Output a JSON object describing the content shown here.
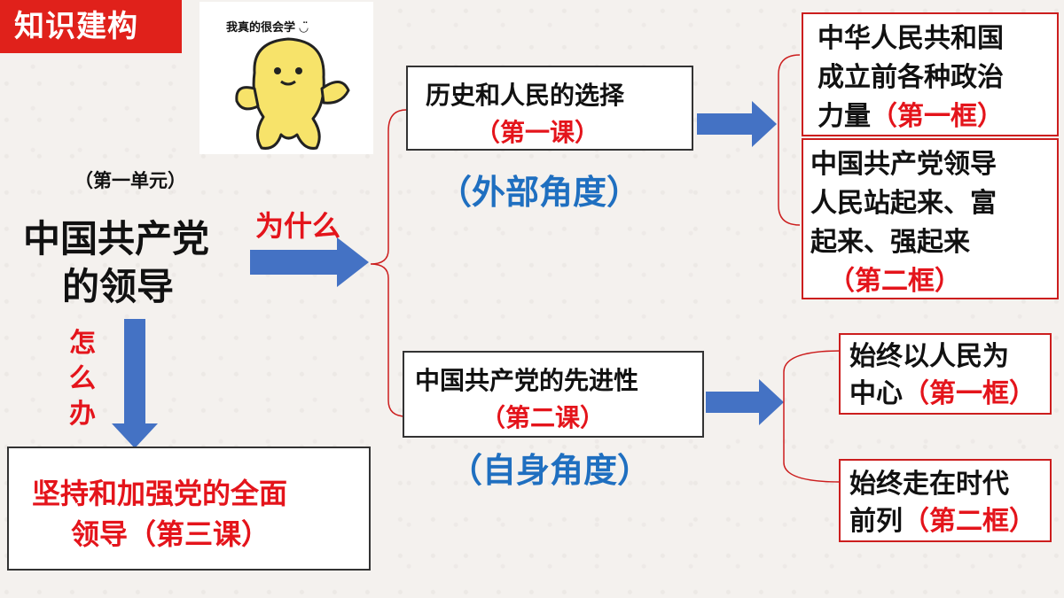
{
  "header": {
    "title": "知识建构"
  },
  "sticker": {
    "caption": "我真的很会学 ◡̈"
  },
  "unit": {
    "label": "（第一单元）",
    "topic_line1": "中国共产党",
    "topic_line2": "的领导"
  },
  "why": {
    "label": "为什么"
  },
  "how": {
    "char1": "怎",
    "char2": "么",
    "char3": "办"
  },
  "bottom_box": {
    "line1": "坚持和加强党的全面",
    "line2": "领导（第三课）"
  },
  "lesson1": {
    "title": "历史和人民的选择",
    "lesson": "（第一课）",
    "angle": "（外部角度）"
  },
  "lesson2": {
    "title": "中国共产党的先进性",
    "lesson": "（第二课）",
    "angle": "（自身角度）"
  },
  "frames_l1": [
    {
      "lines": [
        "中华人民共和国",
        "成立前各种政治",
        "力量"
      ],
      "tag": "（第一框）"
    },
    {
      "lines": [
        "中国共产党领导",
        "人民站起来、富",
        "起来、强起来"
      ],
      "tag": "（第二框）"
    }
  ],
  "frames_l2": [
    {
      "lines": [
        "始终以人民为",
        "中心"
      ],
      "tag": "（第一框）"
    },
    {
      "lines": [
        "始终走在时代",
        "前列"
      ],
      "tag": "（第二框）"
    }
  ],
  "colors": {
    "accent_red": "#e0211b",
    "arrow_blue": "#4472c4",
    "angle_blue": "#1f6fc0"
  }
}
